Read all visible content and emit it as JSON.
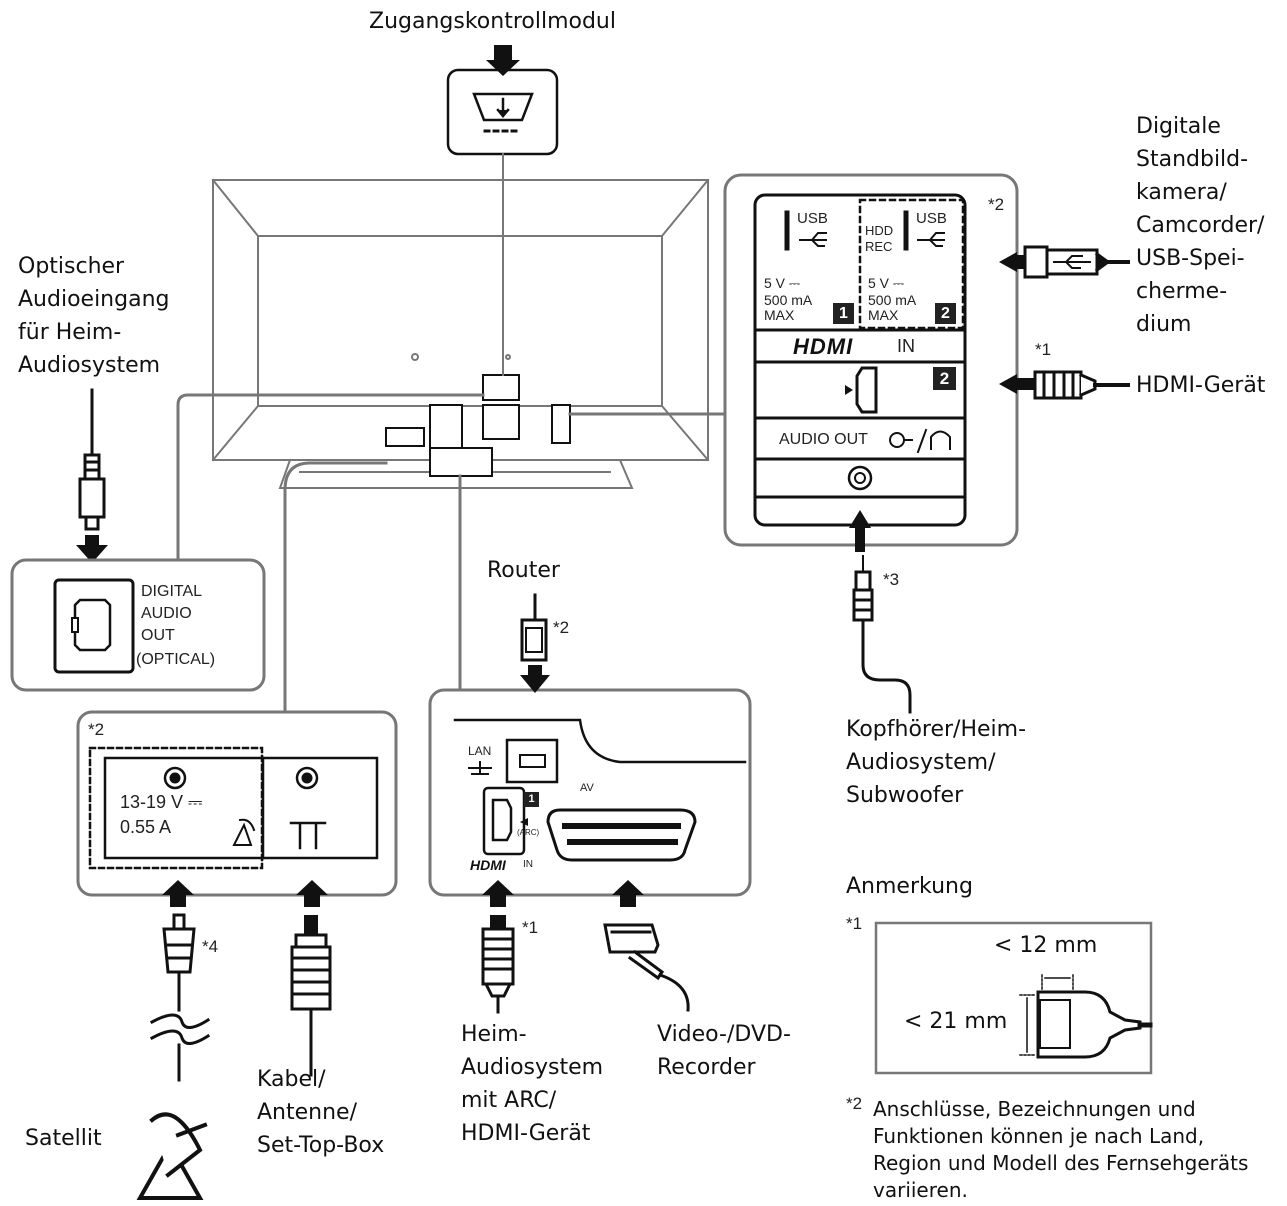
{
  "labels": {
    "cam": "Zugangskontrollmodul",
    "optical": [
      "Optischer",
      "Audioeingang",
      "für Heim-",
      "Audiosystem"
    ],
    "usb_device": [
      "Digitale",
      "Standbild-",
      "kamera/",
      "Camcorder/",
      "USB-Spei-",
      "cherme-",
      "dium"
    ],
    "hdmi_device": "HDMI-Gerät",
    "router": "Router",
    "headphones": [
      "Kopfhörer/Heim-",
      "Audiosystem/",
      "Subwoofer"
    ],
    "satellite": "Satellit",
    "cable": [
      "Kabel/",
      "Antenne/",
      "Set-Top-Box"
    ],
    "arc": [
      "Heim-",
      "Audiosystem",
      "mit ARC/",
      "HDMI-Gerät"
    ],
    "recorder": [
      "Video-/DVD-",
      "Recorder"
    ]
  },
  "refs": {
    "usb": "*2",
    "hdmi": "*1",
    "audio_out": "*3",
    "router": "*2",
    "sat": "*4",
    "arc": "*1",
    "ant_panel": "*2"
  },
  "ports": {
    "usb": "USB",
    "hdd": "HDD",
    "rec": "REC",
    "usb_power": "5 V ⎓",
    "usb_current": "500 mA",
    "usb_max": "MAX",
    "usb1_num": "1",
    "usb2_num": "2",
    "hdmi": "HDMI",
    "hdmi_in": "IN",
    "hdmi2_num": "2",
    "audio_out": "AUDIO OUT",
    "digital_audio": [
      "DIGITAL",
      "AUDIO",
      "OUT"
    ],
    "optical": "(OPTICAL)",
    "sat_voltage": "13-19 V ⎓",
    "sat_current": "0.55 A",
    "lan": "LAN",
    "av": "AV",
    "arc": "(ARC)",
    "hdmi1_num": "1"
  },
  "note": {
    "title": "Anmerkung",
    "ref1": "*1",
    "width": "< 12 mm",
    "height": "< 21 mm",
    "ref2": "*2",
    "text": [
      "Anschlüsse, Bezeichnungen und",
      "Funktionen können je nach Land,",
      "Region und Modell des Fernsehgeräts",
      "variieren."
    ]
  }
}
